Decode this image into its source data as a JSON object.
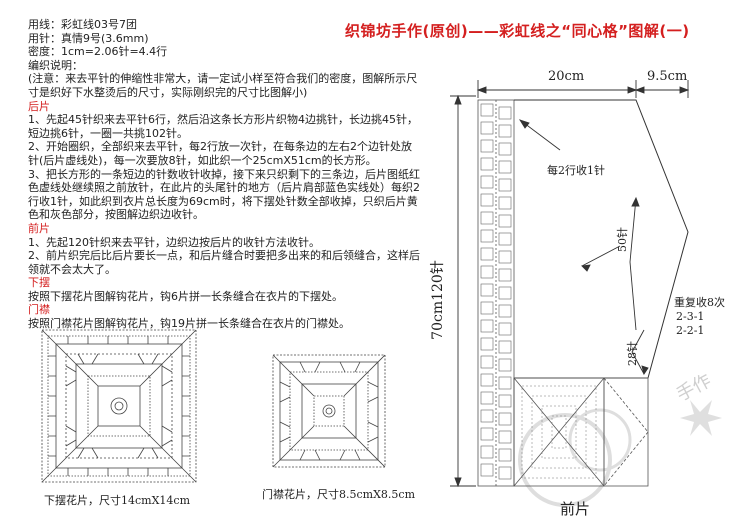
{
  "title": "织锦坊手作(原创)——彩虹线之“同心格”图解(一)",
  "info": {
    "yarn": "用线：彩虹线03号7团",
    "needle": "用针：真情9号(3.6mm)",
    "gauge": "密度：1cm=2.06针=4.4行",
    "instructions_label": "编织说明：",
    "note": "(注意：来去平针的伸缩性非常大，请一定试小样至符合我们的密度，图解所示尺寸是织好下水整烫后的尺寸，实际刚织完的尺寸比图解小)"
  },
  "sections": {
    "back": {
      "heading": "后片",
      "steps": [
        "1、先起45针织来去平针6行，然后沿这条长方形片织物4边挑针，长边挑45针，短边挑6针，一圈一共挑102针。",
        "2、开始圈织，全部织来去平针，每2行放一次针，在每条边的左右2个边针处放针(后片虚线处)，每一次要放8针，如此织一个25cmX51cm的长方形。",
        "3、把长方形的一条短边的针数收针收掉，接下来只织剩下的三条边，后片图纸红色虚线处继续照之前放针，在此片的头尾针的地方（后片肩部蓝色实线处）每织2行收1针，如此织到衣片总长度为69cm时，将下摆处针数全部收掉，只织后片黄色和灰色部分，按图解边织边收针。"
      ]
    },
    "front": {
      "heading": "前片",
      "steps": [
        "1、先起120针织来去平针，边织边按后片的收针方法收针。",
        "2、前片织完后比后片要长一点，和后片缝合时要把多出来的和后领缝合，这样后领就不会太大了。"
      ]
    },
    "hem": {
      "heading": "下摆",
      "text": "按照下摆花片图解钩花片，钩6片拼一长条缝合在衣片的下摆处。"
    },
    "placket": {
      "heading": "门襟",
      "text": "按照门襟花片图解钩花片，钩19片拼一长条缝合在衣片的门襟处。"
    }
  },
  "captions": {
    "hem_motif": "下摆花片，尺寸14cmX14cm",
    "placket_motif": "门襟花片，尺寸8.5cmX8.5cm"
  },
  "diagram": {
    "dim_top_left": "20cm",
    "dim_top_right": "9.5cm",
    "dim_height": "70cm120针",
    "note_decrease": "每2行收1针",
    "label_50": "50针",
    "label_28": "28针",
    "repeat_title": "重复收8次",
    "repeat_1": "2-3-1",
    "repeat_2": "2-2-1",
    "piece_label": "前片"
  },
  "watermark": {
    "text": "手作"
  },
  "colors": {
    "accent": "#d41f1f",
    "line": "#333333",
    "watermark": "#d9d9d9"
  }
}
